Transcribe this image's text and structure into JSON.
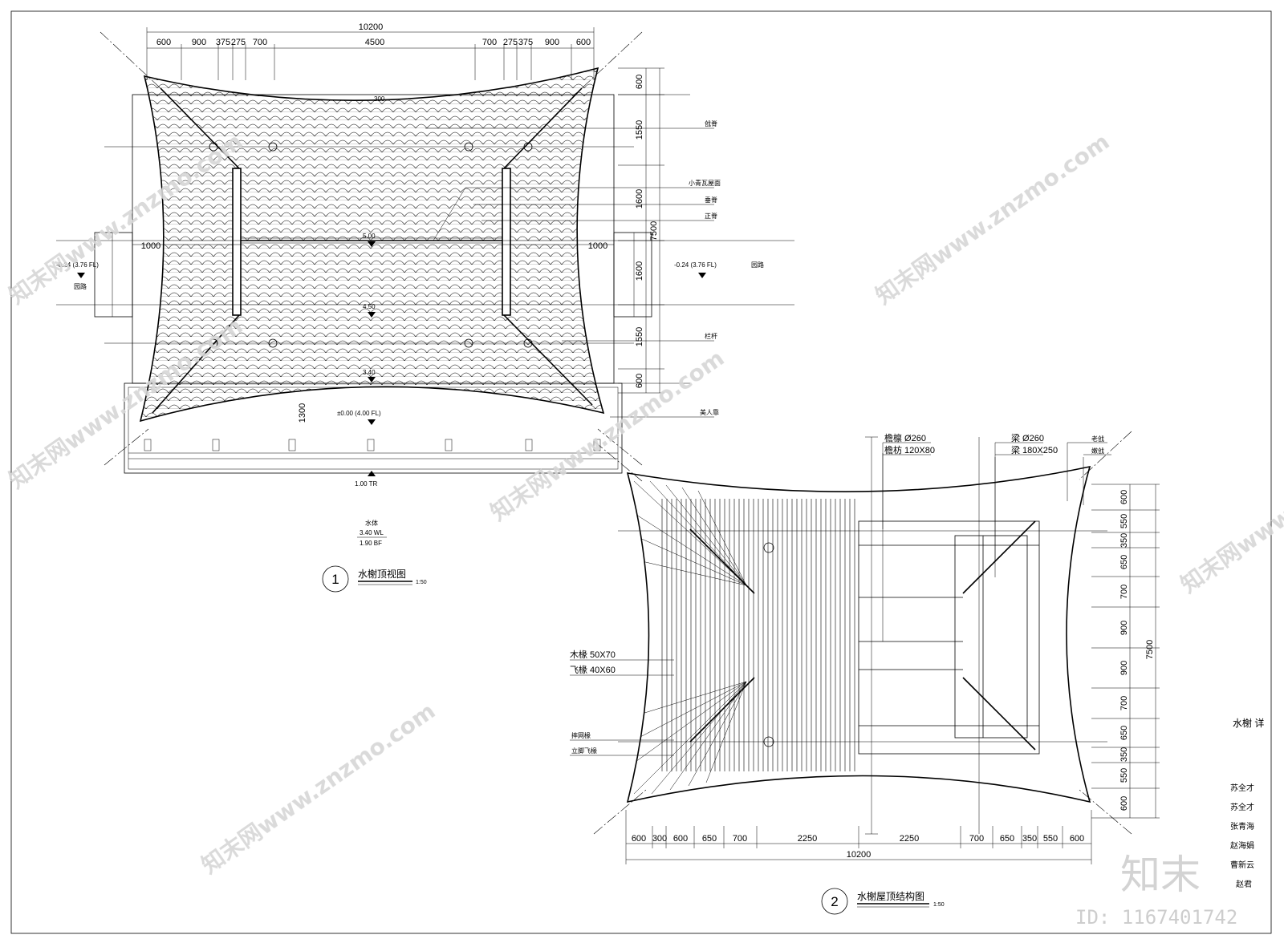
{
  "plan1": {
    "top_total": "10200",
    "top_dims": [
      "600",
      "900",
      "375",
      "275",
      "700",
      "4500",
      "700",
      "275",
      "375",
      "900",
      "600"
    ],
    "right_dims": [
      "600",
      "1550",
      "1600",
      "1600",
      "1550",
      "600"
    ],
    "right_total": "7500",
    "left_side": "1000",
    "right_side": "1000",
    "level_left": "-0.24 (3.76 FL)",
    "level_right": "-0.24 (3.76 FL)",
    "road_left": "园路",
    "road_right": "园路",
    "callouts": [
      "戗脊",
      "小青瓦屋面",
      "垂脊",
      "正脊",
      "栏杆",
      "美人靠"
    ],
    "elev_top": "300",
    "elev_a": "5.00",
    "elev_b": "4.50",
    "elev_c": "3.40",
    "bottom_depth": "1300",
    "level_floor": "±0.00 (4.00 FL)",
    "level_tr": "1.00 TR",
    "water_title": "水体",
    "water_wl": "3.40 WL",
    "water_bf": "1.90 BF",
    "title_num": "1",
    "title": "水榭顶视图",
    "scale": "1:50"
  },
  "plan2": {
    "labels_top": [
      "檐檩 Ø260",
      "檐枋 120X80",
      "梁 Ø260",
      "梁 180X250",
      "老戗",
      "嫩戗"
    ],
    "labels_left": [
      "木椽 50X70",
      "飞椽 40X60",
      "摔网椽",
      "立脚飞椽"
    ],
    "right_dims": [
      "600",
      "550",
      "350",
      "650",
      "700",
      "900",
      "900",
      "700",
      "650",
      "350",
      "550",
      "600"
    ],
    "right_total": "7500",
    "bottom_dims": [
      "600",
      "300",
      "600",
      "650",
      "700",
      "2250",
      "2250",
      "700",
      "650",
      "350",
      "550",
      "600"
    ],
    "bottom_total": "10200",
    "title_num": "2",
    "title": "水榭屋顶结构图",
    "scale": "1:50"
  },
  "sidebar": {
    "heading": "水榭 详",
    "names": [
      "苏全才",
      "苏全才",
      "张青海",
      "赵海娟",
      "曹新云",
      "赵君"
    ]
  },
  "watermark": {
    "text": "知末网www.znzmo.com",
    "logo": "知末",
    "id": "ID: 1167401742"
  }
}
